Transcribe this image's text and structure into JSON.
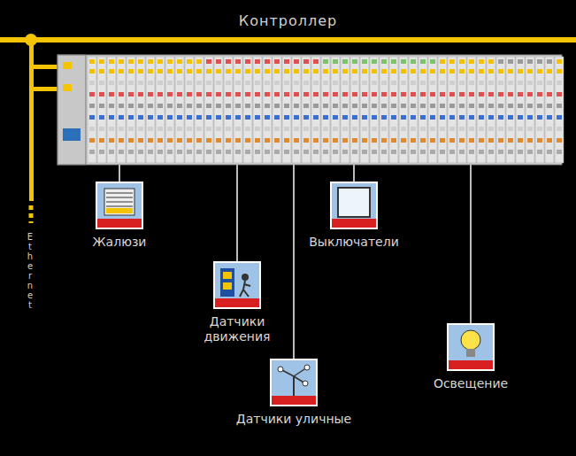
{
  "diagram": {
    "nodes": [
      {
        "text": [
          "Жалюзи"
        ]
      },
      {
        "text": [
          "Датчики движения"
        ]
      },
      {
        "text": [
          "Датчики уличные"
        ]
      },
      {
        "text": [
          "Выключатели"
        ]
      },
      {
        "text": [
          "Освещение"
        ]
      }
    ],
    "labels": [
      "Контроллер",
      "Ethernet"
    ]
  }
}
